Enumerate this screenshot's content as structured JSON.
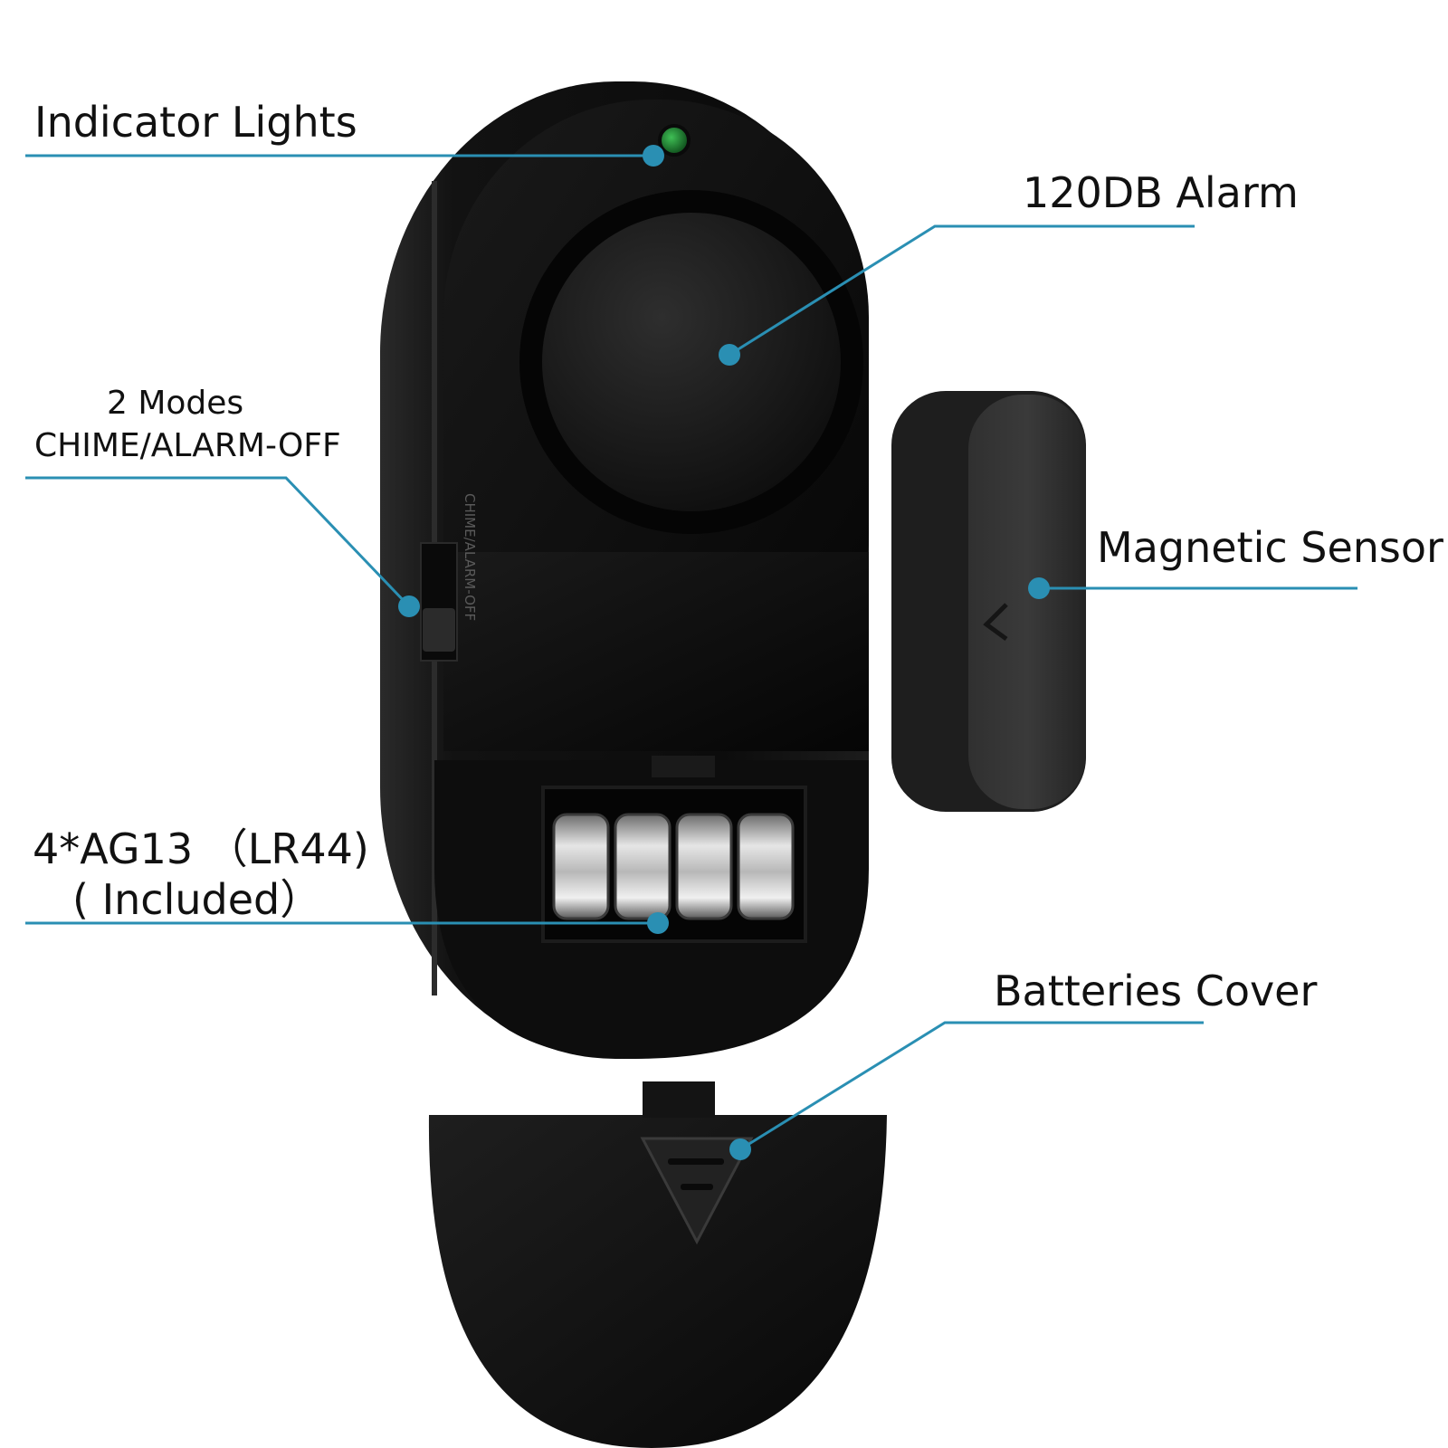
{
  "colors": {
    "leader": "#2a8fb3",
    "body": "#111111",
    "indicator_led": "#1f7a2e"
  },
  "callouts": {
    "indicator_lights": "Indicator Lights",
    "alarm": "120DB Alarm",
    "modes_line1": "2 Modes",
    "modes_line2": "CHIME/ALARM-OFF",
    "magnetic_sensor": "Magnetic Sensor",
    "batteries_line1": "4*AG13 （LR44)",
    "batteries_line2": "( Included）",
    "batteries_cover": "Batteries Cover"
  },
  "device": {
    "switch_text": "CHIME/ALARM-OFF"
  }
}
